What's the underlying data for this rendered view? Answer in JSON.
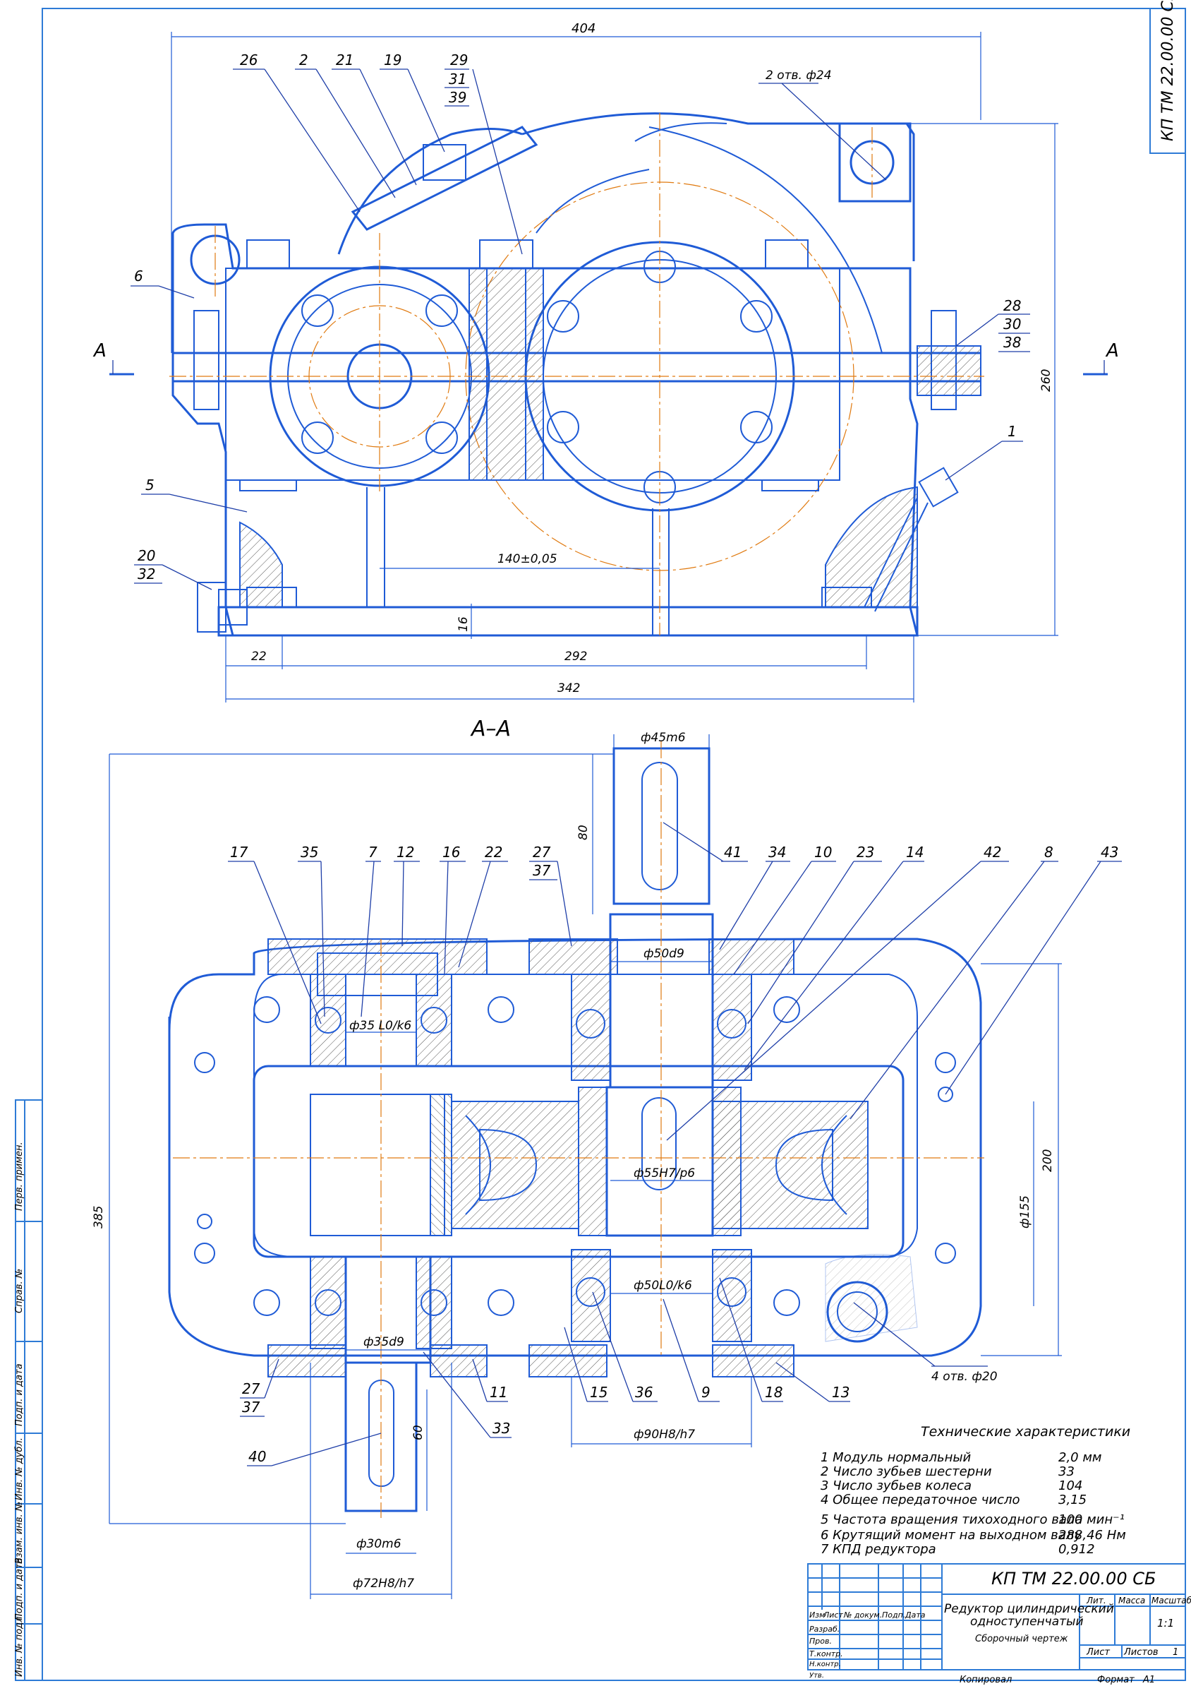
{
  "drawing": {
    "designation": "КП ТМ 22.00.00 СБ",
    "title_line1": "Редуктор цилиндрический",
    "title_line2": "одноступенчатый",
    "doc_type": "Сборочный чертеж",
    "scale": "1:1",
    "sheet_label": "Лист",
    "sheets_label": "Листов",
    "sheets_count": "1",
    "col_lit": "Лит.",
    "col_mass": "Масса",
    "col_scale": "Масштаб",
    "copied": "Копировал",
    "format_label": "Формат",
    "format_value": "А1"
  },
  "title_block_rows": [
    "Изм",
    "Лист",
    "№ докум.",
    "Подп.",
    "Дата",
    "Разраб.",
    "Пров.",
    "Т.контр.",
    "Н.контр.",
    "Утв."
  ],
  "side_stamp": [
    "Перв. примен.",
    "Справ. №",
    "Подп. и дата",
    "Инв. № дубл.",
    "Взам. инв. №",
    "Подп. и дата",
    "Инв. № подл."
  ],
  "top_view": {
    "dim_overall_width": "404",
    "dim_height": "260",
    "dim_center_distance": "140±0,05",
    "dim_base_thickness": "16",
    "dim_22": "22",
    "dim_292": "292",
    "dim_342": "342",
    "holes_note": "2 отв. ф24",
    "section_letter": "А"
  },
  "section_view": {
    "title": "А–А",
    "dim_385": "385",
    "dim_80": "80",
    "dim_60": "60",
    "dim_200": "200",
    "dim_155": "ф155",
    "dim_45m6": "ф45m6",
    "dim_50d9": "ф50d9",
    "dim_35L0k6": "ф35 L0/k6",
    "dim_55H7p6": "ф55H7/p6",
    "dim_50L0k6": "ф50L0/k6",
    "dim_35d9": "ф35d9",
    "dim_90H8h7": "ф90H8/h7",
    "dim_30m6": "ф30m6",
    "dim_72H8h7": "ф72H8/h7",
    "holes_note": "4 отв. ф20"
  },
  "callouts_top": [
    "26",
    "2",
    "21",
    "19",
    "29",
    "31",
    "39",
    "6",
    "28",
    "30",
    "38",
    "1",
    "5",
    "20",
    "32"
  ],
  "callouts_section": [
    "17",
    "35",
    "7",
    "12",
    "16",
    "22",
    "27",
    "37",
    "41",
    "34",
    "10",
    "23",
    "14",
    "42",
    "8",
    "43",
    "27",
    "37",
    "40",
    "11",
    "33",
    "15",
    "36",
    "9",
    "18",
    "13"
  ],
  "specs": {
    "heading": "Технические характеристики",
    "items": [
      {
        "label": "1 Модуль нормальный",
        "value": "2,0 мм"
      },
      {
        "label": "2 Число зубьев шестерни",
        "value": "33"
      },
      {
        "label": "3 Число зубьев колеса",
        "value": "104"
      },
      {
        "label": "4 Общее передаточное число",
        "value": "3,15"
      },
      {
        "label": "5 Частота вращения тихоходного вала",
        "value": "100 мин⁻¹"
      },
      {
        "label": "6 Крутящий момент на выходном валу",
        "value": "288,46 Нм"
      },
      {
        "label": "7 КПД редуктора",
        "value": "0,912"
      }
    ]
  }
}
